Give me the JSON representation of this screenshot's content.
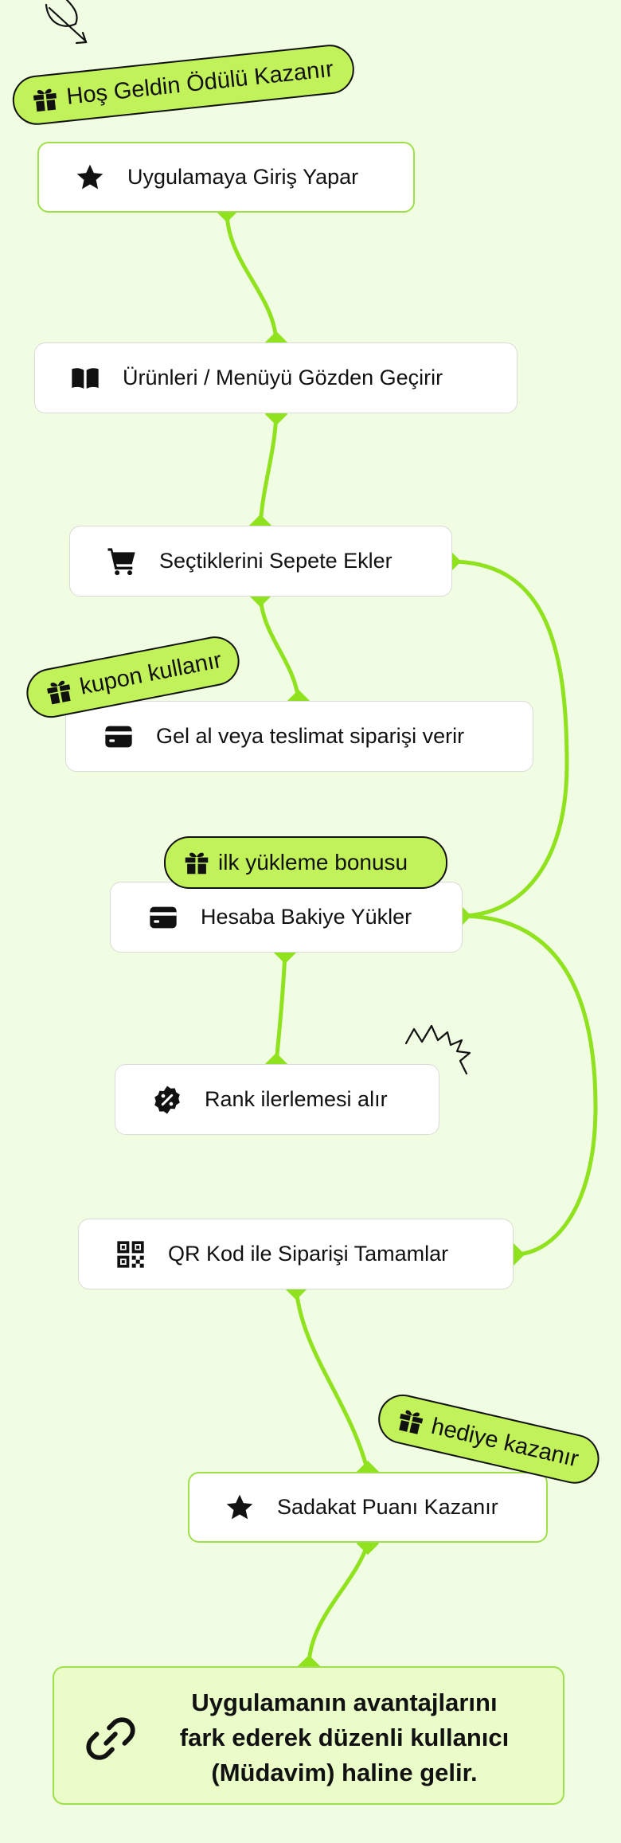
{
  "colors": {
    "background": "#f0fde3",
    "connector": "#8fe21d",
    "pill": "#c2f25a",
    "node_border_highlight": "#9ee04a",
    "final_background": "#eafcc8"
  },
  "steps": [
    {
      "label": "Uygulamaya Giriş Yapar",
      "icon": "star-icon"
    },
    {
      "label": "Ürünleri / Menüyü Gözden Geçirir",
      "icon": "book-icon"
    },
    {
      "label": "Seçtiklerini Sepete Ekler",
      "icon": "cart-icon"
    },
    {
      "label": "Gel al veya teslimat siparişi verir",
      "icon": "credit-card-icon"
    },
    {
      "label": "Hesaba Bakiye Yükler",
      "icon": "credit-card-icon"
    },
    {
      "label": "Rank ilerlemesi alır",
      "icon": "discount-badge-icon"
    },
    {
      "label": "QR Kod ile Siparişi  Tamamlar",
      "icon": "qr-code-icon"
    },
    {
      "label": "Sadakat Puanı Kazanır",
      "icon": "star-icon"
    }
  ],
  "rewards": [
    {
      "label": "Hoş Geldin Ödülü Kazanır",
      "icon": "gift-icon"
    },
    {
      "label": "kupon kullanır",
      "icon": "gift-icon"
    },
    {
      "label": "ilk yükleme bonusu",
      "icon": "gift-icon"
    },
    {
      "label": "hediye kazanır",
      "icon": "gift-icon"
    }
  ],
  "final": {
    "lines": [
      "Uygulamanın avantajlarını",
      "fark ederek düzenli kullanıcı",
      "(Müdavim) haline gelir."
    ],
    "icon": "loop-link-icon"
  }
}
